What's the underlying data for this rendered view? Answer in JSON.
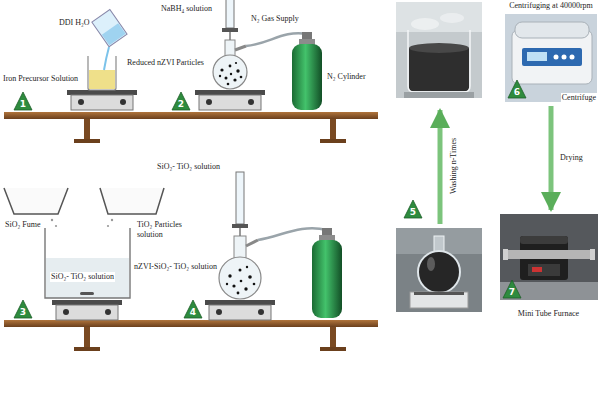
{
  "diagram": {
    "nodes": [
      {
        "text": [
          "Centrifuging at 40000rpm",
          "Centrifuge"
        ]
      },
      {
        "text": [
          "Mini Tube Furnace"
        ]
      }
    ],
    "edges": [
      {
        "from": 0,
        "to": 1,
        "arrow": "to",
        "label": "Drying"
      }
    ],
    "labels": [
      "DDI H₂O",
      "Iron Precursor Solution",
      "NaBH₄ solution",
      "Reduced nZVI Particles",
      "N₂ Gas Supply",
      "N₂ Cylinder",
      "1",
      "2",
      "SiO₂ Fume",
      "TiO₂ Particles solution",
      "SiO₂- TiO₂ solution",
      "SiO₂- TiO₂ solution",
      "nZVI-SiO₂- TiO₂ solution",
      "3",
      "4",
      "Washing n-Times",
      "5",
      "6",
      "7"
    ]
  }
}
